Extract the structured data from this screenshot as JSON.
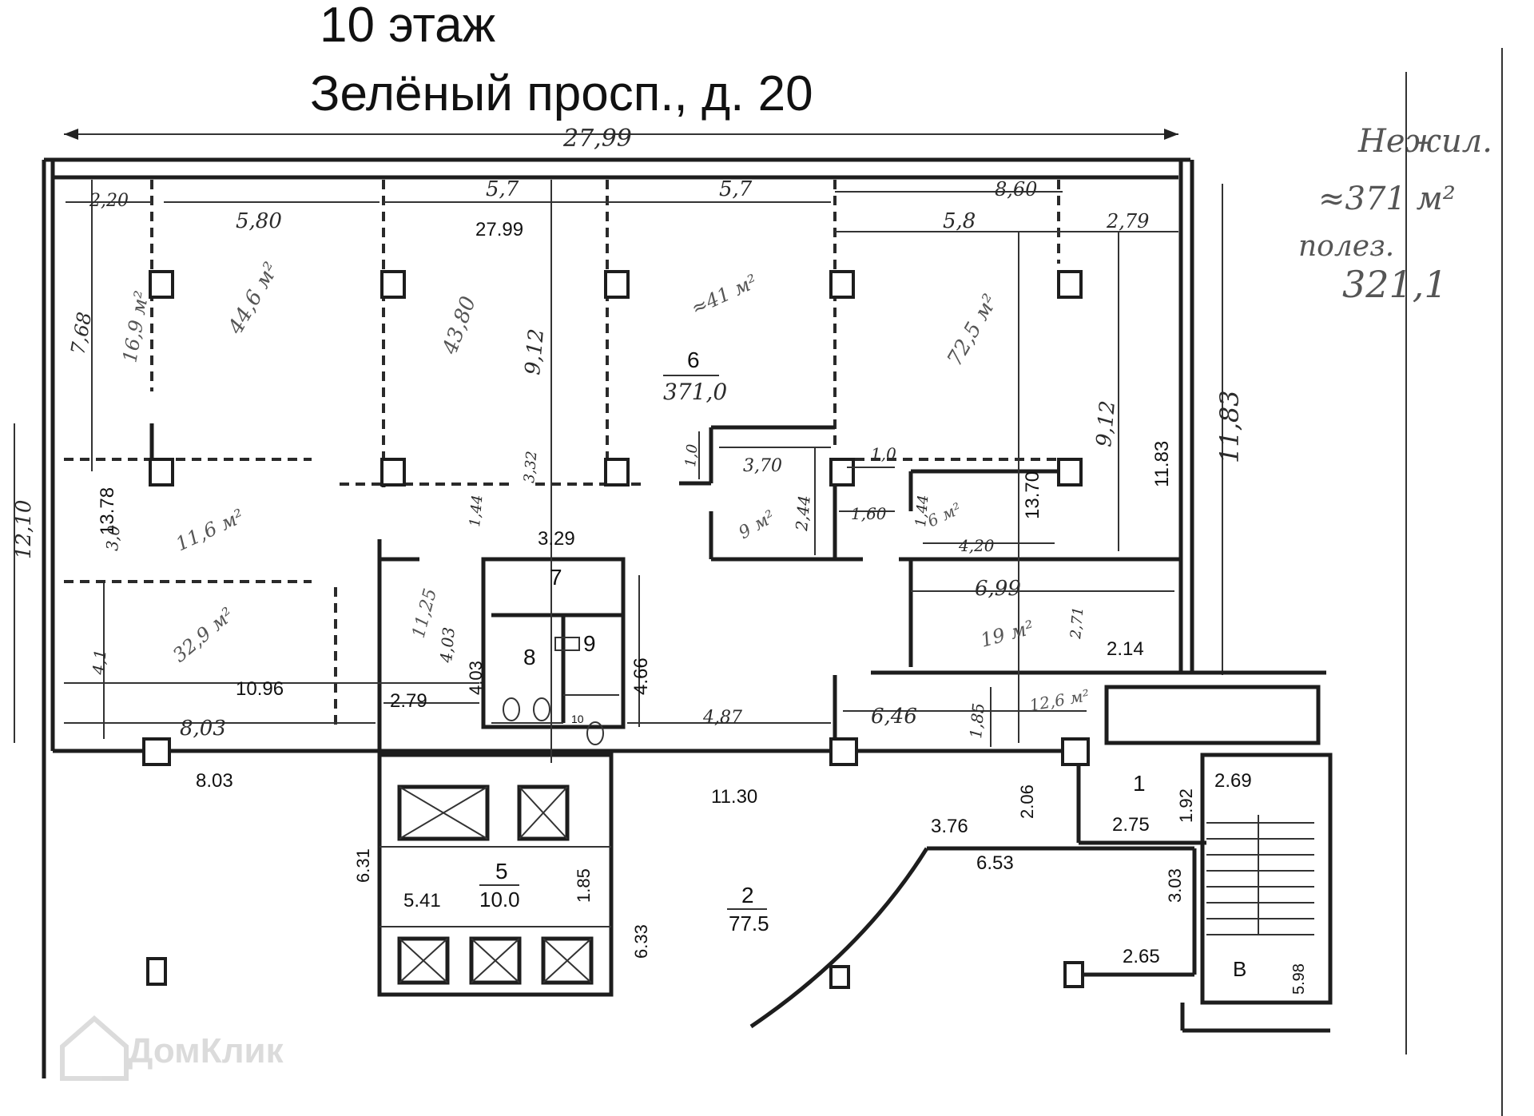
{
  "header": {
    "floor_label": "10 этаж",
    "address": "Зелёный просп., д. 20"
  },
  "margin_notes": {
    "total_label": "Нежил.",
    "total_area": "≈371 м²",
    "net_label": "полез.",
    "net_area": "321,1"
  },
  "overall_dims": {
    "top_width_hand": "27,99",
    "top_width_print": "27.99",
    "right_height_print": "11.83",
    "right_height_hand": "11,83",
    "left_height_hand": "12,10",
    "left_offset_print": "13.78"
  },
  "room_labels": [
    {
      "number": "6",
      "area": "371,0"
    },
    {
      "number": "7",
      "area": ""
    },
    {
      "number": "8",
      "area": ""
    },
    {
      "number": "9",
      "area": ""
    },
    {
      "number": "10",
      "area": ""
    },
    {
      "number": "1",
      "area": ""
    },
    {
      "number": "5",
      "area": "10.0"
    },
    {
      "number": "2",
      "area": "77.5"
    },
    {
      "number": "В",
      "area": ""
    }
  ],
  "hand_areas": {
    "a1": "16,9 м²",
    "a2": "44,6 м²",
    "a3": "43,80",
    "a4": "≈41 м²",
    "a5": "72,5 м²",
    "a6": "11,6 м²",
    "a7": "32,9 м²",
    "a8": "11,25",
    "a9": "9 м²",
    "a10": "6 м²",
    "a11": "19 м²",
    "a12": "12,6 м²"
  },
  "dims_hand": {
    "d1": "2,20",
    "d2": "5,80",
    "d3": "5,7",
    "d4": "5,7",
    "d5": "8,60",
    "d6": "5,8",
    "d7": "2,79",
    "d8": "7,68",
    "d9": "9,12",
    "d10": "9,12",
    "d11": "1,0",
    "d12": "3,70",
    "d13": "2,44",
    "d14": "1,0",
    "d15": "1,60",
    "d16": "1,44",
    "d17": "4,20",
    "d18": "1,44",
    "d19": "3,0",
    "d20": "4,1",
    "d21": "8,03",
    "d22": "4,03",
    "d23": "4,87",
    "d24": "6,46",
    "d25": "1,85",
    "d26": "6,99",
    "d27": "2,71",
    "d28": "3,32"
  },
  "dims_print": {
    "p1": "3.29",
    "p2": "10.96",
    "p3": "2.79",
    "p4": "4.03",
    "p5": "4.66",
    "p6": "13.70",
    "p7": "2.14",
    "p8": "8.03",
    "p9": "11.30",
    "p10": "2.06",
    "p11": "1.92",
    "p12": "2.75",
    "p13": "2.69",
    "p14": "3.76",
    "p15": "6.53",
    "p16": "6.31",
    "p17": "5.41",
    "p18": "1.85",
    "p19": "6.33",
    "p20": "3.03",
    "p21": "2.65",
    "p22": "5.98"
  },
  "watermark": "ДомКлик",
  "colors": {
    "ink": "#1d1d1d",
    "pencil": "#555555",
    "paper": "#ffffff"
  }
}
